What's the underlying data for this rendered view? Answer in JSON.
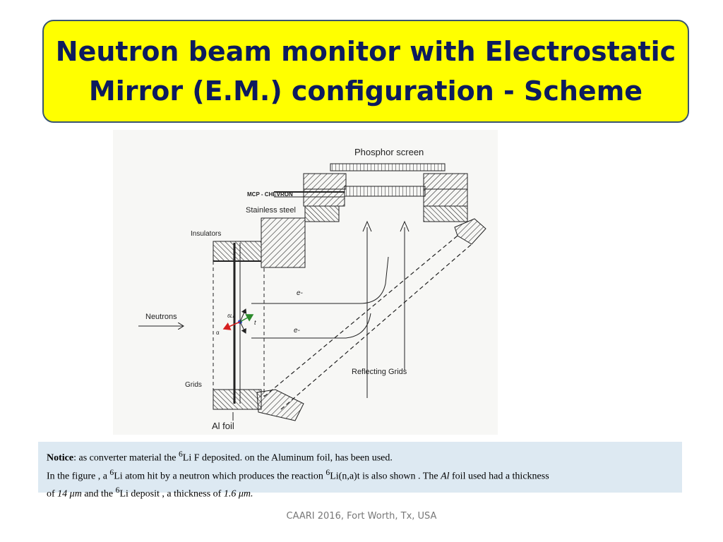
{
  "title": {
    "line1": "Neutron beam monitor with Electrostatic",
    "line2": "Mirror (E.M.) configuration - Scheme"
  },
  "diagram": {
    "labels": {
      "phosphor": "Phosphor screen",
      "mcp": "MCP - CHEVRON",
      "steel": "Stainless steel",
      "insulators": "Insulators",
      "neutrons": "Neutrons",
      "li": "6Li",
      "alpha": "α",
      "triton": "t",
      "e1": "e-",
      "e2": "e-",
      "reflecting": "Reflecting Grids",
      "grids": "Grids",
      "alfoil": "Al foil"
    }
  },
  "notice": {
    "bold": "Notice",
    "l1_a": ": as converter material  the ",
    "l1_sup": "6",
    "l1_b": "Li F deposited. on the Aluminum foil, has been used.",
    "l2_a": " In the figure , a ",
    "l2_sup1": "6",
    "l2_b": "Li atom hit by a neutron which produces  the reaction ",
    "l2_sup2": "6",
    "l2_c": "Li(n,a)t is also shown . The ",
    "l2_al": "Al",
    "l2_d": " foil used  had a thickness",
    "l3_a": " of   ",
    "l3_v1": "14 μm",
    "l3_b": " and the ",
    "l3_sup": "6",
    "l3_c": "Li deposit , a thickness of  ",
    "l3_v2": "1.6 μm."
  },
  "footer": "CAARI 2016, Fort Worth, Tx, USA",
  "colors": {
    "title_bg": "#ffff00",
    "title_text": "#0d1b5e",
    "notice_bg": "#dde9f2",
    "alpha_arrow": "#d62020",
    "triton_arrow": "#2a8a2a",
    "li_dot": "#2a4ad6"
  }
}
